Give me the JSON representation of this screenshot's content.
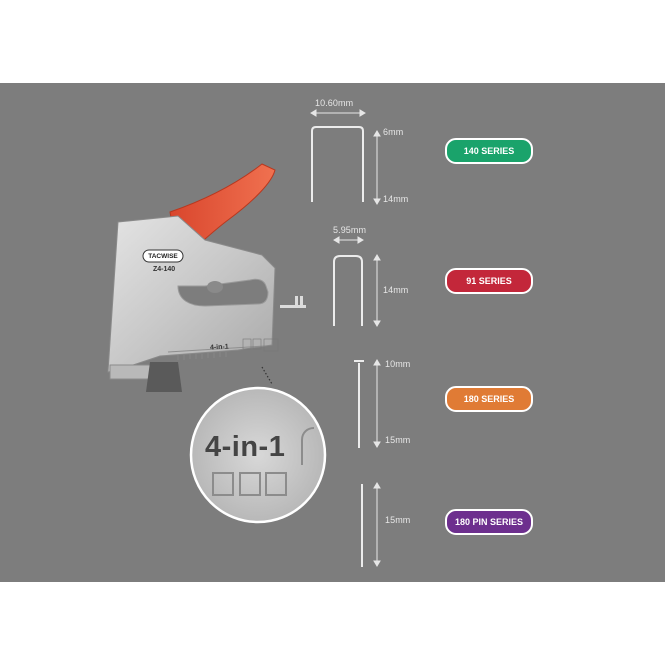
{
  "tool": {
    "brand": "TACWISE",
    "model": "Z4-140",
    "feature_label": "4-in-1"
  },
  "colors": {
    "background": "#7d7d7d",
    "handle": "#e65a3c",
    "body": "#cfcfcf"
  },
  "series": [
    {
      "name": "140 SERIES",
      "color": "#1aa36b",
      "width_label": "10.60mm",
      "length_labels": [
        "6mm",
        "14mm"
      ]
    },
    {
      "name": "91 SERIES",
      "color": "#c3273a",
      "width_label": "5.95mm",
      "length_labels": [
        "14mm"
      ]
    },
    {
      "name": "180 SERIES",
      "color": "#e07b35",
      "width_label": "",
      "length_labels": [
        "10mm",
        "15mm"
      ]
    },
    {
      "name": "180 PIN SERIES",
      "color": "#6d2f8e",
      "width_label": "",
      "length_labels": [
        "15mm"
      ]
    }
  ]
}
